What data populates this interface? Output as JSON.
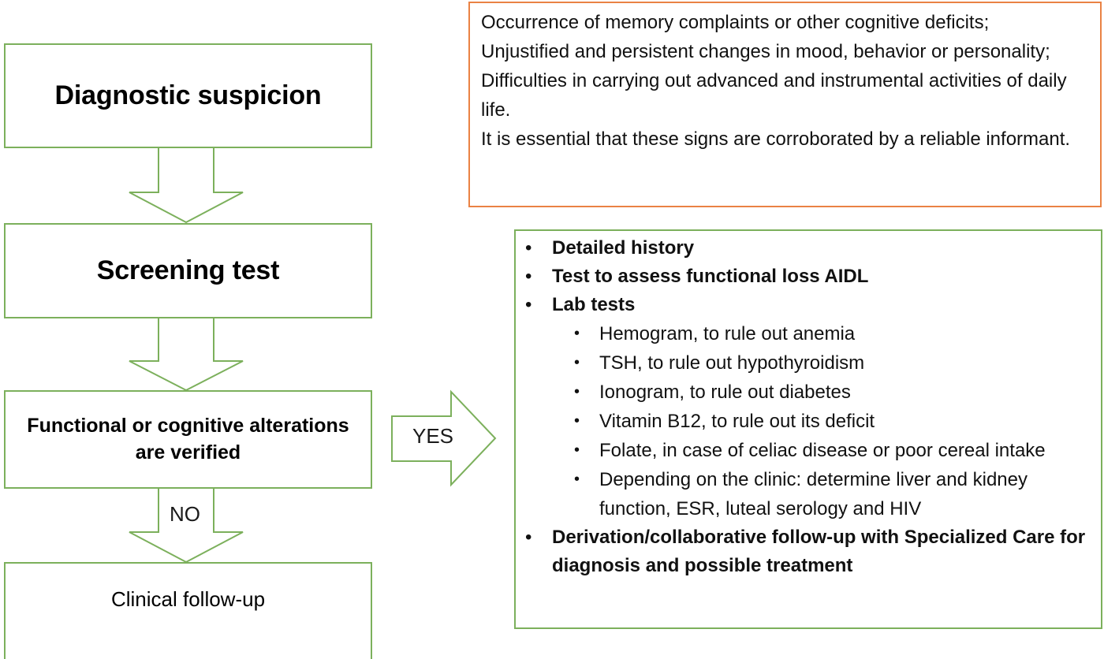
{
  "colors": {
    "flow_border_green": "#7CB05C",
    "criteria_border_orange": "#EA8244",
    "text": "#111111",
    "background": "#FFFFFF"
  },
  "flow": {
    "boxes": [
      {
        "id": "diagnostic-suspicion",
        "label": "Diagnostic suspicion"
      },
      {
        "id": "screening-test",
        "label": "Screening test"
      },
      {
        "id": "functional-alterations",
        "label": "Functional or cognitive alterations are verified"
      },
      {
        "id": "clinical-followup",
        "label": "Clinical follow-up"
      }
    ],
    "arrow_labels": {
      "yes": "YES",
      "no": "NO"
    }
  },
  "criteria_panel": {
    "lines": [
      "Occurrence of memory complaints or other cognitive deficits;",
      "Unjustified and persistent changes in mood, behavior or personality;",
      "Difficulties in carrying out advanced and instrumental activities of daily life.",
      "It is essential that these signs are corroborated by a reliable informant."
    ]
  },
  "workup_panel": {
    "bullet_glyph": "•",
    "items": [
      {
        "level": 1,
        "text": "Detailed history"
      },
      {
        "level": 1,
        "text": "Test to assess functional loss AIDL"
      },
      {
        "level": 1,
        "text": "Lab tests"
      },
      {
        "level": 2,
        "text": "Hemogram, to rule out anemia"
      },
      {
        "level": 2,
        "text": "TSH, to rule out hypothyroidism"
      },
      {
        "level": 2,
        "text": "Ionogram, to rule out diabetes"
      },
      {
        "level": 2,
        "text": "Vitamin B12, to rule out its deficit"
      },
      {
        "level": 2,
        "text": "Folate, in case of celiac disease or poor cereal intake"
      },
      {
        "level": 2,
        "text": "Depending on the clinic: determine liver and kidney function, ESR, luteal serology and HIV"
      },
      {
        "level": 1,
        "text": "Derivation/collaborative follow-up with Specialized Care for diagnosis and possible treatment"
      }
    ]
  }
}
